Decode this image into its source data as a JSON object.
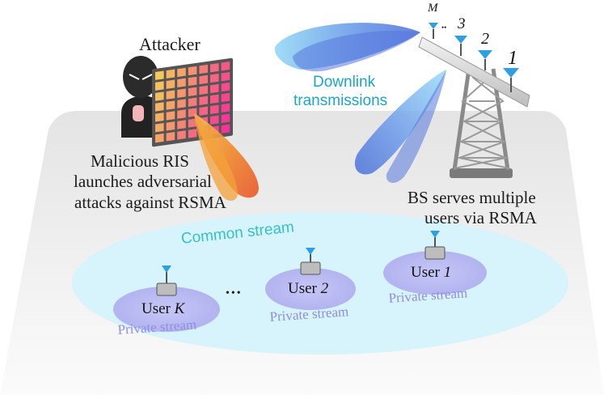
{
  "labels": {
    "attacker": "Attacker",
    "ris_line1": "Malicious RIS",
    "ris_line2": "launches adversarial",
    "ris_line3": "attacks against RSMA",
    "downlink_line1": "Downlink",
    "downlink_line2": "transmissions",
    "bs_line1": "BS serves multiple",
    "bs_line2": "users via RSMA",
    "common_stream": "Common stream",
    "private_stream": "Private stream",
    "ellipsis": "•••",
    "antenna_ellipsis": "••",
    "user_prefix": "User"
  },
  "antennas": [
    "M",
    "3",
    "2",
    "1"
  ],
  "users": [
    {
      "index": "K"
    },
    {
      "index": "2"
    },
    {
      "index": "1"
    }
  ],
  "colors": {
    "ground": "#f0f0f0",
    "common_ellipse": "#d6f3fb",
    "user_ellipse": "#bcbcf4",
    "beam": "#6fa8ec",
    "attack_beam": "#f08c2a",
    "text_cyan": "#1ea3c9",
    "text_lavender": "#8f8ee0"
  }
}
